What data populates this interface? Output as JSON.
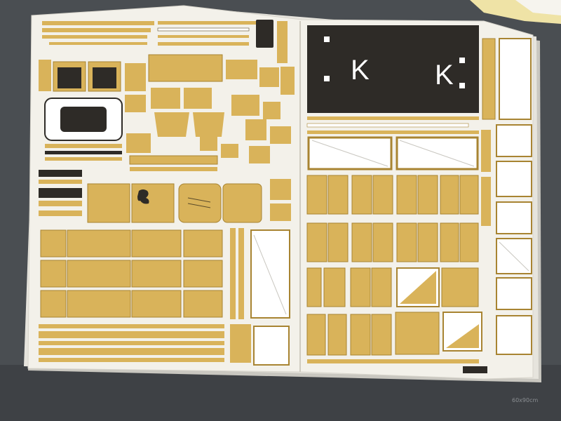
{
  "scene": {
    "subject": "two-page-paper-model-parts-sheet",
    "surface": "cutting-mat",
    "colors": {
      "mat": "#4a4e52",
      "paper": "#f3f1ea",
      "part_fill": "#d9b35a",
      "part_edge": "#a88432",
      "dark_panel": "#2e2b27",
      "line": "#5b4b2a"
    }
  },
  "sheet": {
    "left_page": "parts-panels-and-frames",
    "right_page": "parts-doors-and-walls"
  },
  "marks": {
    "letter_left": "K",
    "letter_right": "K"
  },
  "watermark": {
    "scale_text": "60x90cm"
  }
}
